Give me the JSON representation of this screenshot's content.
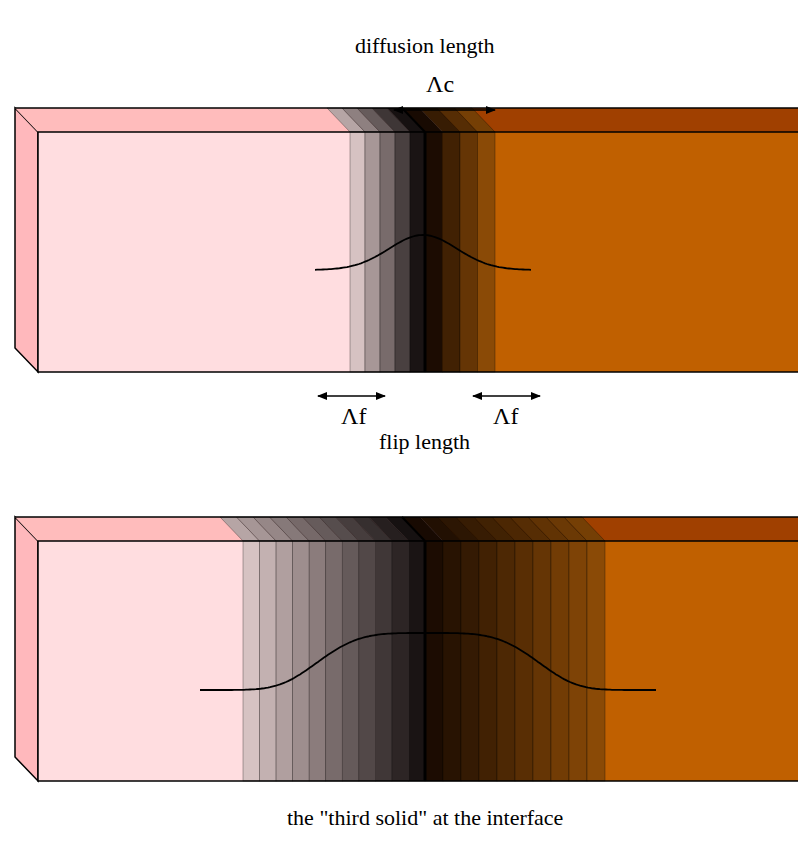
{
  "diagram": {
    "caption": "the \"third solid\" at the interface",
    "labels": [
      "diffusion length",
      "Λc",
      "Λf",
      "Λf",
      "flip length"
    ]
  }
}
